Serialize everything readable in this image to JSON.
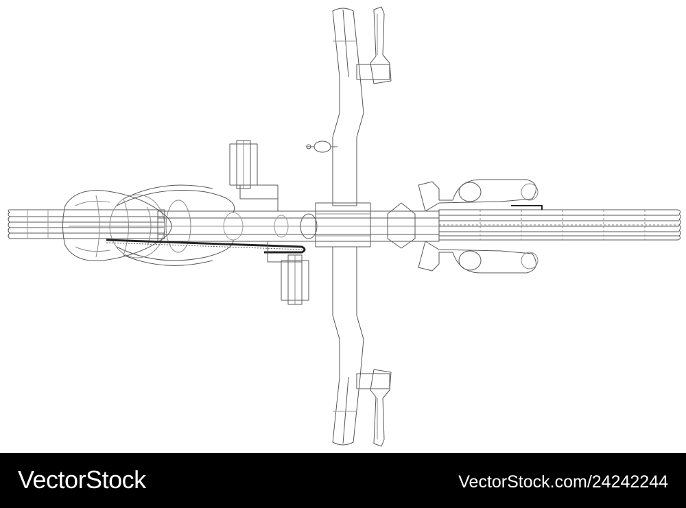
{
  "watermark": {
    "logo_text": "VectorStock",
    "url_text": "VectorStock.com/24242244"
  },
  "image": {
    "subject": "bicycle",
    "view": "top",
    "line_color": "#555555",
    "background_color": "#ffffff"
  }
}
